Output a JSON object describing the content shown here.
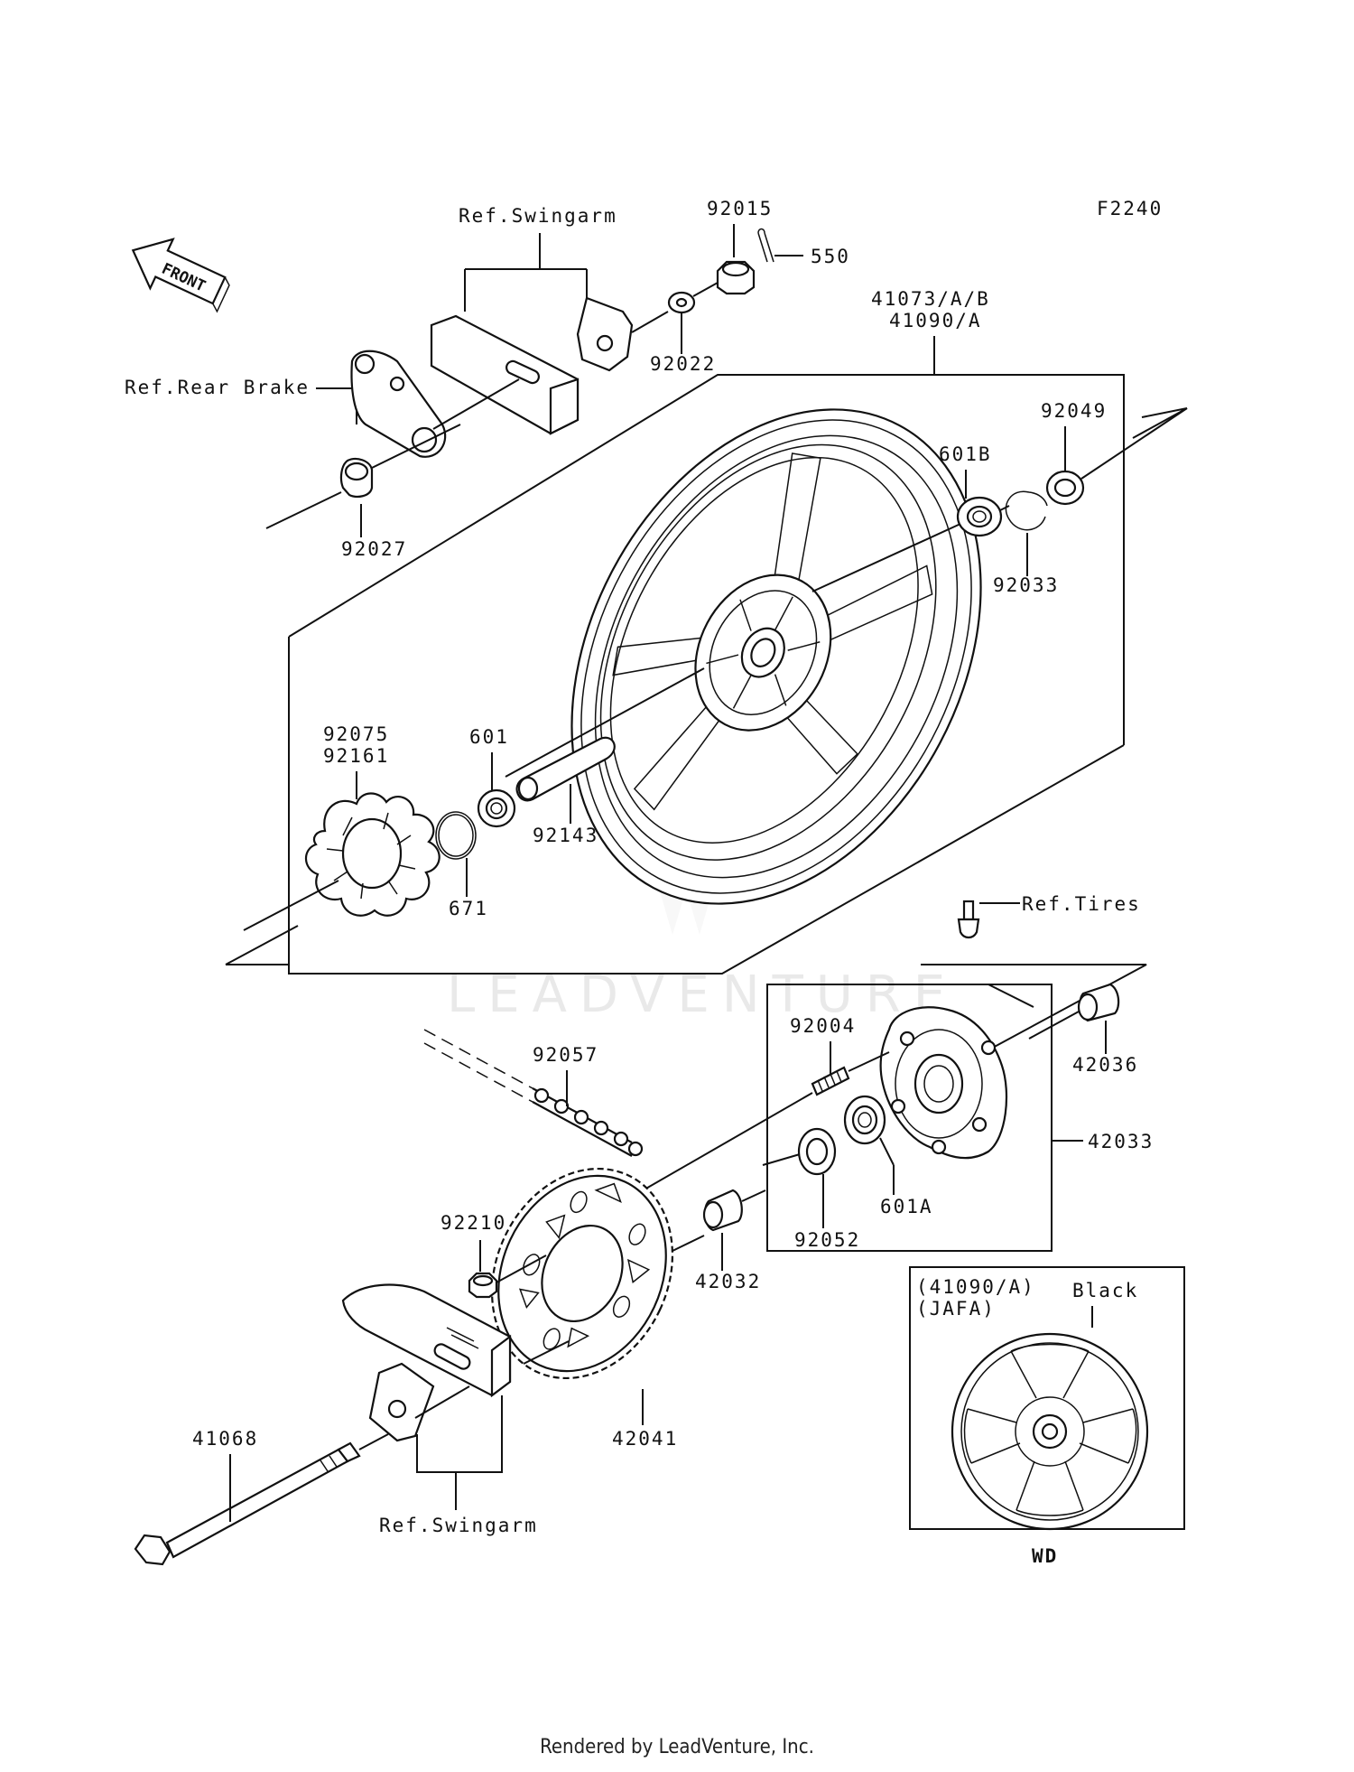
{
  "figure_code": "F2240",
  "front_arrow": "FRONT",
  "watermark": "LEADVENTURE",
  "footer": "Rendered by LeadVenture, Inc.",
  "refs": {
    "swingarm_top": "Ref.Swingarm",
    "rear_brake": "Ref.Rear Brake",
    "tires": "Ref.Tires",
    "swingarm_bottom": "Ref.Swingarm"
  },
  "parts": {
    "p92015": "92015",
    "p550": "550",
    "p92022": "92022",
    "wheel_line1": "41073/A/B",
    "wheel_line2": "41090/A",
    "p92049": "92049",
    "p601b": "601B",
    "p92033": "92033",
    "p92027": "92027",
    "p92075": "92075",
    "p92161": "92161",
    "p601": "601",
    "p92143": "92143",
    "p671": "671",
    "p92004": "92004",
    "p42036": "42036",
    "p92057": "92057",
    "p42033": "42033",
    "p601a": "601A",
    "p92052": "92052",
    "p92210": "92210",
    "p42032": "42032",
    "p42041": "42041",
    "p41068": "41068"
  },
  "inset": {
    "line1": "(41090/A)",
    "line2": "(JAFA)",
    "color_label": "Black",
    "caption": "WD"
  }
}
